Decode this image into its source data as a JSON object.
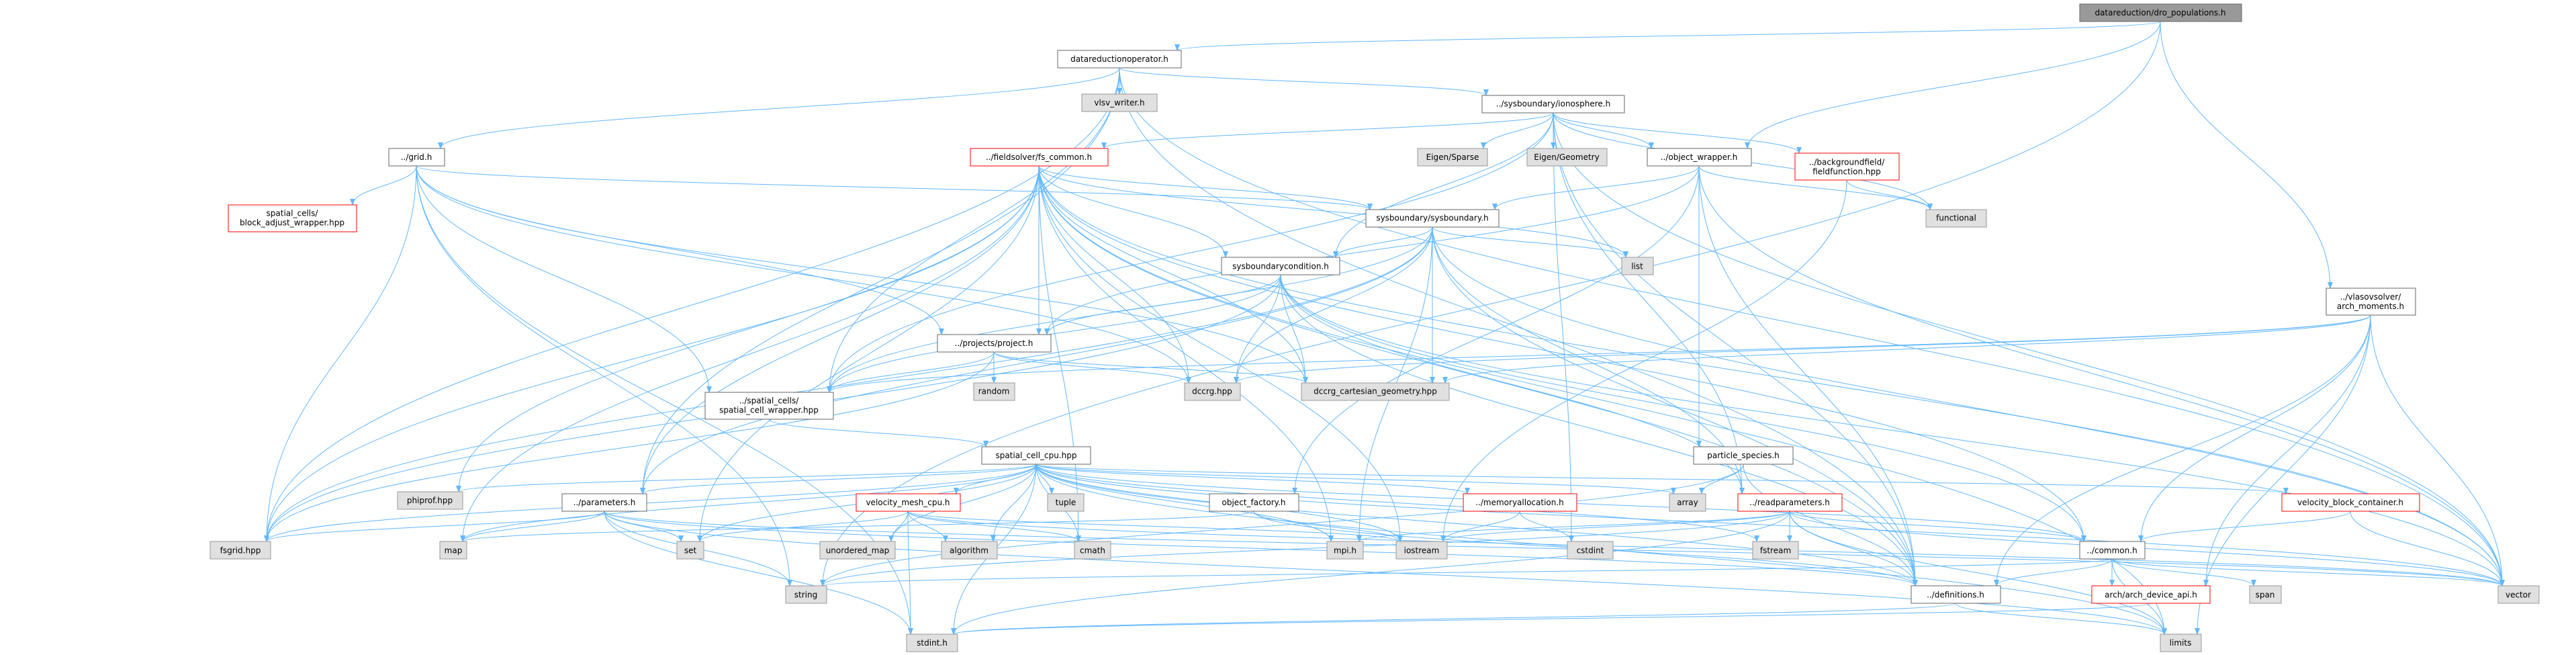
{
  "colors": {
    "edge": "#63b8ff",
    "root_fill": "#999999",
    "root_border": "#666666",
    "doc_fill": "#ffffff",
    "doc_border": "#666666",
    "red_border": "#ff0000",
    "ext_fill": "#e0e0e0",
    "ext_border": "#999999",
    "text": "#000000"
  },
  "nodes": [
    {
      "id": "root",
      "label": "datareduction/dro_populations.h",
      "kind": "root"
    },
    {
      "id": "dro",
      "label": "datareductionoperator.h",
      "kind": "doc"
    },
    {
      "id": "vlsv",
      "label": "vlsv_writer.h",
      "kind": "ext"
    },
    {
      "id": "iono",
      "label": "../sysboundary/ionosphere.h",
      "kind": "doc"
    },
    {
      "id": "grid",
      "label": "../grid.h",
      "kind": "doc"
    },
    {
      "id": "fsc",
      "label": "../fieldsolver/fs_common.h",
      "kind": "red"
    },
    {
      "id": "eigsp",
      "label": "Eigen/Sparse",
      "kind": "ext"
    },
    {
      "id": "eiggeo",
      "label": "Eigen/Geometry",
      "kind": "ext"
    },
    {
      "id": "objw",
      "label": "../object_wrapper.h",
      "kind": "doc"
    },
    {
      "id": "bgff",
      "label": "../backgroundfield/fieldfunction.hpp",
      "kind": "red"
    },
    {
      "id": "scbaw",
      "label": "spatial_cells/block_adjust_wrapper.hpp",
      "kind": "red"
    },
    {
      "id": "sysb",
      "label": "sysboundary/sysboundary.h",
      "kind": "doc"
    },
    {
      "id": "func",
      "label": "functional",
      "kind": "ext"
    },
    {
      "id": "list",
      "label": "list",
      "kind": "ext"
    },
    {
      "id": "sysbc",
      "label": "sysboundarycondition.h",
      "kind": "doc"
    },
    {
      "id": "vsam",
      "label": "../vlasovsolver/arch_moments.h",
      "kind": "doc"
    },
    {
      "id": "proj",
      "label": "../projects/project.h",
      "kind": "doc"
    },
    {
      "id": "random",
      "label": "random",
      "kind": "ext"
    },
    {
      "id": "dccrg",
      "label": "dccrg.hpp",
      "kind": "ext"
    },
    {
      "id": "dccrgcg",
      "label": "dccrg_cartesian_geometry.hpp",
      "kind": "ext"
    },
    {
      "id": "scw",
      "label": "../spatial_cells/spatial_cell_wrapper.hpp",
      "kind": "doc"
    },
    {
      "id": "pspec",
      "label": "particle_species.h",
      "kind": "doc"
    },
    {
      "id": "scc",
      "label": "spatial_cell_cpu.hpp",
      "kind": "doc"
    },
    {
      "id": "phiprof",
      "label": "phiprof.hpp",
      "kind": "ext"
    },
    {
      "id": "params",
      "label": "../parameters.h",
      "kind": "doc"
    },
    {
      "id": "vmesh",
      "label": "velocity_mesh_cpu.h",
      "kind": "red"
    },
    {
      "id": "tuple",
      "label": "tuple",
      "kind": "ext"
    },
    {
      "id": "objf",
      "label": "object_factory.h",
      "kind": "doc"
    },
    {
      "id": "memalloc",
      "label": "../memoryallocation.h",
      "kind": "red"
    },
    {
      "id": "array",
      "label": "array",
      "kind": "ext"
    },
    {
      "id": "readp",
      "label": "../readparameters.h",
      "kind": "red"
    },
    {
      "id": "vbc",
      "label": "velocity_block_container.h",
      "kind": "red"
    },
    {
      "id": "fsgrid",
      "label": "fsgrid.hpp",
      "kind": "ext"
    },
    {
      "id": "map",
      "label": "map",
      "kind": "ext"
    },
    {
      "id": "set",
      "label": "set",
      "kind": "ext"
    },
    {
      "id": "umap",
      "label": "unordered_map",
      "kind": "ext"
    },
    {
      "id": "algo",
      "label": "algorithm",
      "kind": "ext"
    },
    {
      "id": "cmath",
      "label": "cmath",
      "kind": "ext"
    },
    {
      "id": "mpi",
      "label": "mpi.h",
      "kind": "ext"
    },
    {
      "id": "iostream",
      "label": "iostream",
      "kind": "ext"
    },
    {
      "id": "cstdint",
      "label": "cstdint",
      "kind": "ext"
    },
    {
      "id": "fstream",
      "label": "fstream",
      "kind": "ext"
    },
    {
      "id": "common",
      "label": "../common.h",
      "kind": "doc"
    },
    {
      "id": "string",
      "label": "string",
      "kind": "ext"
    },
    {
      "id": "defs",
      "label": "../definitions.h",
      "kind": "doc"
    },
    {
      "id": "archdev",
      "label": "arch/arch_device_api.h",
      "kind": "red"
    },
    {
      "id": "span",
      "label": "span",
      "kind": "ext"
    },
    {
      "id": "vector",
      "label": "vector",
      "kind": "ext"
    },
    {
      "id": "stdint",
      "label": "stdint.h",
      "kind": "ext"
    },
    {
      "id": "limits",
      "label": "limits",
      "kind": "ext"
    }
  ],
  "edges": [
    [
      "root",
      "dro"
    ],
    [
      "root",
      "objw"
    ],
    [
      "root",
      "vsam"
    ],
    [
      "root",
      "string"
    ],
    [
      "dro",
      "vlsv"
    ],
    [
      "dro",
      "iono"
    ],
    [
      "dro",
      "grid"
    ],
    [
      "dro",
      "scw"
    ],
    [
      "dro",
      "params"
    ],
    [
      "dro",
      "fsgrid"
    ],
    [
      "dro",
      "defs"
    ],
    [
      "dro",
      "vector"
    ],
    [
      "iono",
      "fsc"
    ],
    [
      "iono",
      "eigsp"
    ],
    [
      "iono",
      "eiggeo"
    ],
    [
      "iono",
      "objw"
    ],
    [
      "iono",
      "bgff"
    ],
    [
      "iono",
      "sysbc"
    ],
    [
      "iono",
      "scw"
    ],
    [
      "iono",
      "readp"
    ],
    [
      "iono",
      "defs"
    ],
    [
      "iono",
      "vector"
    ],
    [
      "iono",
      "func"
    ],
    [
      "iono",
      "cstdint"
    ],
    [
      "grid",
      "scbaw"
    ],
    [
      "grid",
      "sysb"
    ],
    [
      "grid",
      "proj"
    ],
    [
      "grid",
      "scw"
    ],
    [
      "grid",
      "dccrg"
    ],
    [
      "grid",
      "dccrgcg"
    ],
    [
      "grid",
      "fsgrid"
    ],
    [
      "grid",
      "string"
    ],
    [
      "grid",
      "stdint"
    ],
    [
      "fsc",
      "sysb"
    ],
    [
      "fsc",
      "sysbc"
    ],
    [
      "fsc",
      "proj"
    ],
    [
      "fsc",
      "params"
    ],
    [
      "fsc",
      "common"
    ],
    [
      "fsc",
      "defs"
    ],
    [
      "fsc",
      "list"
    ],
    [
      "fsc",
      "phiprof"
    ],
    [
      "fsc",
      "fsgrid"
    ],
    [
      "fsc",
      "map"
    ],
    [
      "fsc",
      "set"
    ],
    [
      "fsc",
      "cmath"
    ],
    [
      "fsc",
      "mpi"
    ],
    [
      "fsc",
      "vector"
    ],
    [
      "fsc",
      "iostream"
    ],
    [
      "fsc",
      "limits"
    ],
    [
      "fsc",
      "dccrg"
    ],
    [
      "fsc",
      "dccrgcg"
    ],
    [
      "objw",
      "sysb"
    ],
    [
      "objw",
      "pspec"
    ],
    [
      "objw",
      "objf"
    ],
    [
      "objw",
      "proj"
    ],
    [
      "objw",
      "func"
    ],
    [
      "objw",
      "defs"
    ],
    [
      "objw",
      "vector"
    ],
    [
      "bgff",
      "func"
    ],
    [
      "bgff",
      "iostream"
    ],
    [
      "sysb",
      "sysbc"
    ],
    [
      "sysb",
      "list"
    ],
    [
      "sysb",
      "scw"
    ],
    [
      "sysb",
      "params"
    ],
    [
      "sysb",
      "readp"
    ],
    [
      "sysb",
      "dccrg"
    ],
    [
      "sysb",
      "dccrgcg"
    ],
    [
      "sysb",
      "fsgrid"
    ],
    [
      "sysb",
      "mpi"
    ],
    [
      "sysb",
      "vector"
    ],
    [
      "sysb",
      "defs"
    ],
    [
      "sysbc",
      "proj"
    ],
    [
      "sysbc",
      "scw"
    ],
    [
      "sysbc",
      "readp"
    ],
    [
      "sysbc",
      "common"
    ],
    [
      "sysbc",
      "dccrg"
    ],
    [
      "sysbc",
      "dccrgcg"
    ],
    [
      "sysbc",
      "fsgrid"
    ],
    [
      "sysbc",
      "vector"
    ],
    [
      "sysbc",
      "defs"
    ],
    [
      "vsam",
      "scw"
    ],
    [
      "vsam",
      "common"
    ],
    [
      "vsam",
      "dccrg"
    ],
    [
      "vsam",
      "dccrgcg"
    ],
    [
      "vsam",
      "archdev"
    ],
    [
      "vsam",
      "vector"
    ],
    [
      "vsam",
      "limits"
    ],
    [
      "vsam",
      "defs"
    ],
    [
      "proj",
      "random"
    ],
    [
      "proj",
      "scw"
    ],
    [
      "proj",
      "dccrg"
    ],
    [
      "proj",
      "dccrgcg"
    ],
    [
      "proj",
      "fsgrid"
    ],
    [
      "scw",
      "scc"
    ],
    [
      "pspec",
      "array"
    ],
    [
      "pspec",
      "string"
    ],
    [
      "pspec",
      "defs"
    ],
    [
      "scc",
      "phiprof"
    ],
    [
      "scc",
      "tuple"
    ],
    [
      "scc",
      "params"
    ],
    [
      "scc",
      "vmesh"
    ],
    [
      "scc",
      "memalloc"
    ],
    [
      "scc",
      "array"
    ],
    [
      "scc",
      "vbc"
    ],
    [
      "scc",
      "common"
    ],
    [
      "scc",
      "defs"
    ],
    [
      "scc",
      "fsgrid"
    ],
    [
      "scc",
      "map"
    ],
    [
      "scc",
      "set"
    ],
    [
      "scc",
      "umap"
    ],
    [
      "scc",
      "algo"
    ],
    [
      "scc",
      "cmath"
    ],
    [
      "scc",
      "mpi"
    ],
    [
      "scc",
      "iostream"
    ],
    [
      "scc",
      "fstream"
    ],
    [
      "scc",
      "vector"
    ],
    [
      "scc",
      "stdint"
    ],
    [
      "scc",
      "limits"
    ],
    [
      "params",
      "fsgrid"
    ],
    [
      "params",
      "map"
    ],
    [
      "params",
      "set"
    ],
    [
      "params",
      "string"
    ],
    [
      "params",
      "vector"
    ],
    [
      "params",
      "defs"
    ],
    [
      "params",
      "stdint"
    ],
    [
      "params",
      "limits"
    ],
    [
      "vmesh",
      "umap"
    ],
    [
      "vmesh",
      "algo"
    ],
    [
      "vmesh",
      "set"
    ],
    [
      "vmesh",
      "cmath"
    ],
    [
      "vmesh",
      "iostream"
    ],
    [
      "vmesh",
      "vector"
    ],
    [
      "vmesh",
      "stdint"
    ],
    [
      "objf",
      "map"
    ],
    [
      "objf",
      "iostream"
    ],
    [
      "objf",
      "defs"
    ],
    [
      "memalloc",
      "cstdint"
    ],
    [
      "memalloc",
      "iostream"
    ],
    [
      "readp",
      "mpi"
    ],
    [
      "readp",
      "iostream"
    ],
    [
      "readp",
      "fstream"
    ],
    [
      "readp",
      "common"
    ],
    [
      "readp",
      "string"
    ],
    [
      "readp",
      "vector"
    ],
    [
      "readp",
      "limits"
    ],
    [
      "readp",
      "stdint"
    ],
    [
      "readp",
      "defs"
    ],
    [
      "vbc",
      "common"
    ],
    [
      "vbc",
      "vector"
    ],
    [
      "common",
      "vector"
    ],
    [
      "common",
      "span"
    ],
    [
      "common",
      "limits"
    ],
    [
      "common",
      "defs"
    ],
    [
      "common",
      "archdev"
    ],
    [
      "common",
      "string"
    ],
    [
      "defs",
      "stdint"
    ],
    [
      "defs",
      "limits"
    ],
    [
      "archdev",
      "stdint"
    ]
  ]
}
